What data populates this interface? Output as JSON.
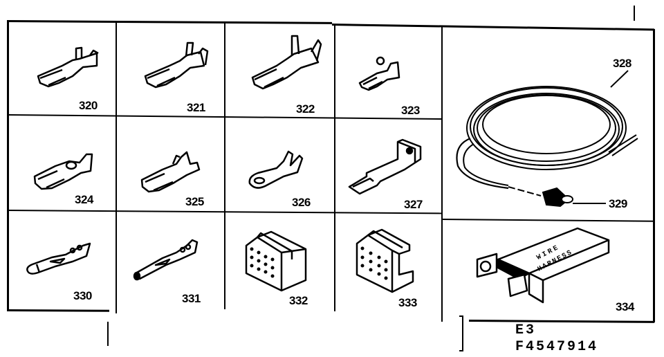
{
  "diagram": {
    "type": "parts-breakdown",
    "parts": [
      {
        "id": "320",
        "label": "320",
        "description": "female quick-disconnect terminal"
      },
      {
        "id": "321",
        "label": "321",
        "description": "female quick-disconnect terminal"
      },
      {
        "id": "322",
        "label": "322",
        "description": "female quick-disconnect terminal"
      },
      {
        "id": "323",
        "label": "323",
        "description": "flag terminal"
      },
      {
        "id": "324",
        "label": "324",
        "description": "female terminal with locking tab"
      },
      {
        "id": "325",
        "label": "325",
        "description": "female quick-disconnect terminal"
      },
      {
        "id": "326",
        "label": "326",
        "description": "ring terminal"
      },
      {
        "id": "327",
        "label": "327",
        "description": "male tab terminal with bracket"
      },
      {
        "id": "328",
        "label": "328",
        "description": "wire coil"
      },
      {
        "id": "329",
        "label": "329",
        "description": "wire nut"
      },
      {
        "id": "330",
        "label": "330",
        "description": "pin terminal"
      },
      {
        "id": "331",
        "label": "331",
        "description": "socket terminal"
      },
      {
        "id": "332",
        "label": "332",
        "description": "12-cavity connector housing"
      },
      {
        "id": "333",
        "label": "333",
        "description": "12-cavity connector housing with latch"
      },
      {
        "id": "334",
        "label": "334",
        "description": "wire harness kit box"
      }
    ],
    "box_text": [
      "WIRE",
      "HARNESS"
    ],
    "footer": {
      "line1": "E3",
      "line2": "F4547914"
    }
  }
}
